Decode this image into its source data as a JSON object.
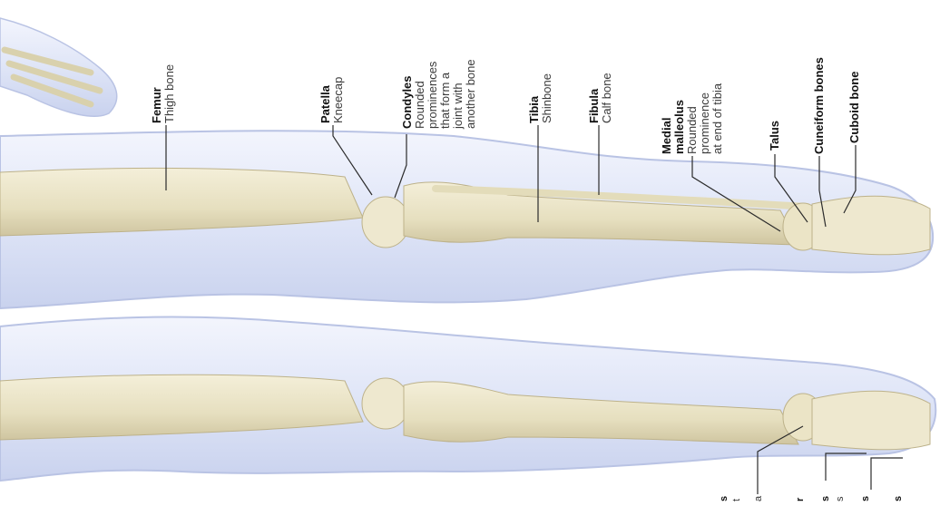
{
  "labels": {
    "femur": {
      "title": "Femur",
      "desc": [
        "Thigh bone"
      ]
    },
    "patella": {
      "title": "Patella",
      "desc": [
        "Kneecap"
      ]
    },
    "condyles": {
      "title": "Condyles",
      "desc": [
        "Rounded",
        "prominences",
        "that form a",
        "joint with",
        "another bone"
      ]
    },
    "tibia": {
      "title": "Tibia",
      "desc": [
        "Shinbone"
      ]
    },
    "fibula": {
      "title": "Fibula",
      "desc": [
        "Calf bone"
      ]
    },
    "medial": {
      "title": [
        "Medial",
        "malleolus"
      ],
      "desc": [
        "Rounded",
        "prominence",
        "at end of tibia"
      ]
    },
    "talus": {
      "title": "Talus",
      "desc": []
    },
    "cuneiform": {
      "title": "Cuneiform bones",
      "desc": []
    },
    "cuboid": {
      "title": "Cuboid bone",
      "desc": []
    }
  },
  "cut_labels": [
    "s",
    "t",
    "a",
    "r",
    "s",
    "s",
    "s",
    "s"
  ],
  "colors": {
    "bone": "#e9e3c8",
    "bone_shadow": "#cfc6a2",
    "skin": "#dde3f5",
    "skin_edge": "#b9c3e4",
    "leader": "#2b2b2b"
  }
}
